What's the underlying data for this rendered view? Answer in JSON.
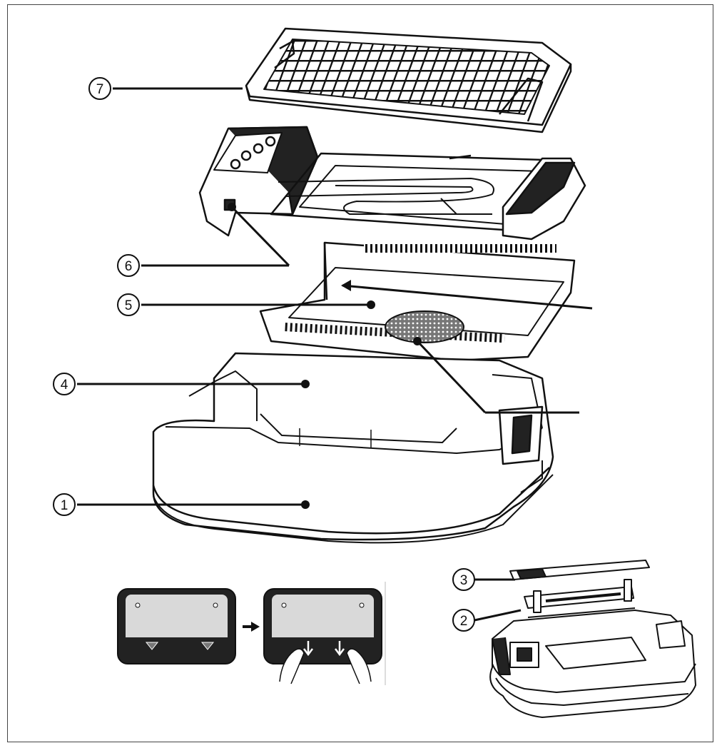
{
  "callouts": [
    {
      "id": "c7",
      "label": "7"
    },
    {
      "id": "c6",
      "label": "6"
    },
    {
      "id": "c5",
      "label": "5"
    },
    {
      "id": "c4",
      "label": "4"
    },
    {
      "id": "c1",
      "label": "1"
    },
    {
      "id": "c3",
      "label": "3"
    },
    {
      "id": "c2",
      "label": "2"
    }
  ],
  "colors": {
    "line": "#111111",
    "part_fill": "#ffffff",
    "dark_fill": "#222222",
    "panel_fill": "#d9d9d9"
  }
}
